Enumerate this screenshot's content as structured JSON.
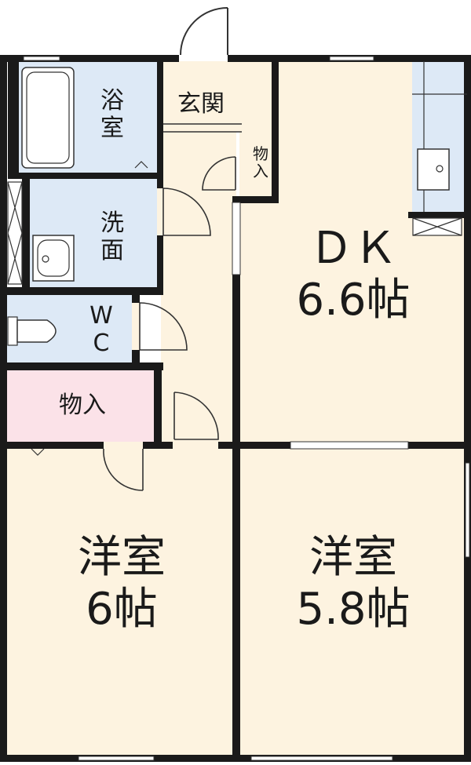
{
  "rooms": {
    "bath": "浴\n室",
    "entrance": "玄関",
    "entrance_storage": "物\n入",
    "washroom": "洗\n面",
    "toilet": "W\nC",
    "hall_storage": "物入",
    "dk": "ＤＫ\n6.6帖",
    "western_left": "洋室\n6帖",
    "western_right": "洋室\n5.8帖"
  },
  "colors": {
    "wall": "#1a1a1a",
    "wet_area": "#dde9f6",
    "storage": "#fbe2e8",
    "living": "#fdf3e0",
    "line": "#333333"
  }
}
